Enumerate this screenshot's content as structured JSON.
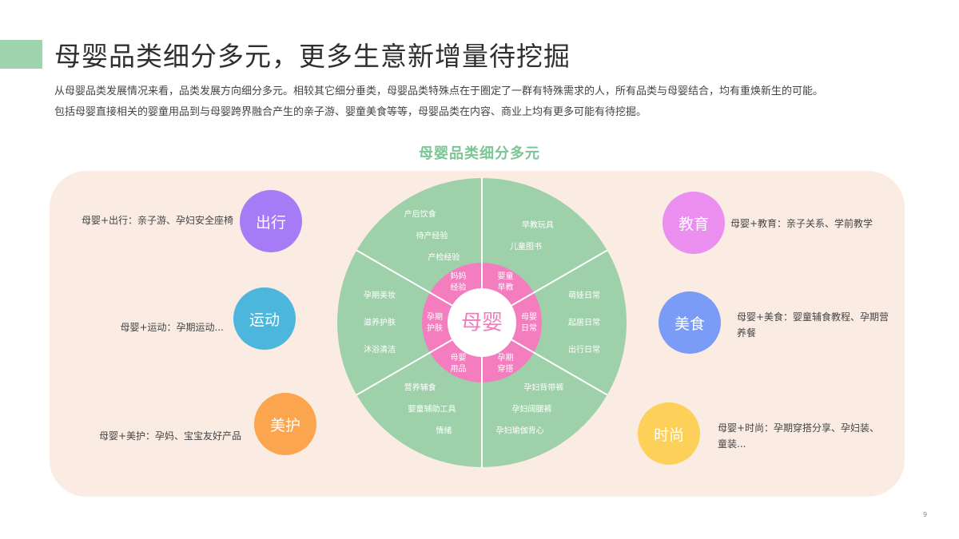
{
  "header": {
    "title": "母婴品类细分多元，更多生意新增量待挖掘",
    "description_lines": [
      "从母婴品类发展情况来看，品类发展方向细分多元。相较其它细分垂类，母婴品类特殊点在于圈定了一群有特殊需求的人，所有品类与母婴结合，均有重焕新生的可能。",
      "包括母婴直接相关的婴童用品到与母婴跨界融合产生的亲子游、婴童美食等等，母婴品类在内容、商业上均有更多可能有待挖掘。"
    ]
  },
  "diagram": {
    "title": "母婴品类细分多元",
    "center_label": "母婴",
    "inner_segments": [
      {
        "label": "妈妈经验",
        "line1": "妈妈",
        "line2": "经验"
      },
      {
        "label": "婴童早教",
        "line1": "婴童",
        "line2": "早教"
      },
      {
        "label": "母婴日常",
        "line1": "母婴",
        "line2": "日常"
      },
      {
        "label": "孕期穿搭",
        "line1": "孕期",
        "line2": "穿搭"
      },
      {
        "label": "母婴用品",
        "line1": "母婴",
        "line2": "用品"
      },
      {
        "label": "孕期护肤",
        "line1": "孕期",
        "line2": "护肤"
      }
    ],
    "outer_segments": [
      {
        "items": [
          "产后饮食",
          "待产经验",
          "产检经验"
        ]
      },
      {
        "items": [
          "早教玩具",
          "儿童图书"
        ]
      },
      {
        "items": [
          "萌娃日常",
          "起居日常",
          "出行日常"
        ]
      },
      {
        "items": [
          "孕妇背带裤",
          "孕妇阔腿裤",
          "孕妇瑜伽背心"
        ]
      },
      {
        "items": [
          "营养辅食",
          "婴童辅助工具",
          "情绪"
        ]
      },
      {
        "items": [
          "孕期美妆",
          "滋养护肤",
          "沐浴清洁"
        ]
      }
    ],
    "categories": [
      {
        "label": "出行",
        "description": "母婴+出行：亲子游、孕妇安全座椅",
        "color": "#a57cf6"
      },
      {
        "label": "运动",
        "description": "母婴+运动：孕期运动...",
        "color": "#4cb6dc"
      },
      {
        "label": "美护",
        "description": "母婴+美护：孕妈、宝宝友好产品",
        "color": "#fba54e"
      },
      {
        "label": "教育",
        "description": "母婴+教育：亲子关系、学前教学",
        "color": "#ea8ef0"
      },
      {
        "label": "美食",
        "description": "母婴+美食：婴童辅食教程、孕期营养餐",
        "color": "#7b9cf6"
      },
      {
        "label": "时尚",
        "description": "母婴+时尚：孕期穿搭分享、孕妇装、童装...",
        "color": "#fdd05a"
      }
    ],
    "colors": {
      "outer_ring": "#9ed1aa",
      "inner_ring": "#f47dbf",
      "center": "#ffffff",
      "center_text": "#f07cbd",
      "panel": "#fbece3",
      "accent": "#9fd3ae",
      "diagram_title": "#7cc595"
    }
  },
  "page_number": "9"
}
